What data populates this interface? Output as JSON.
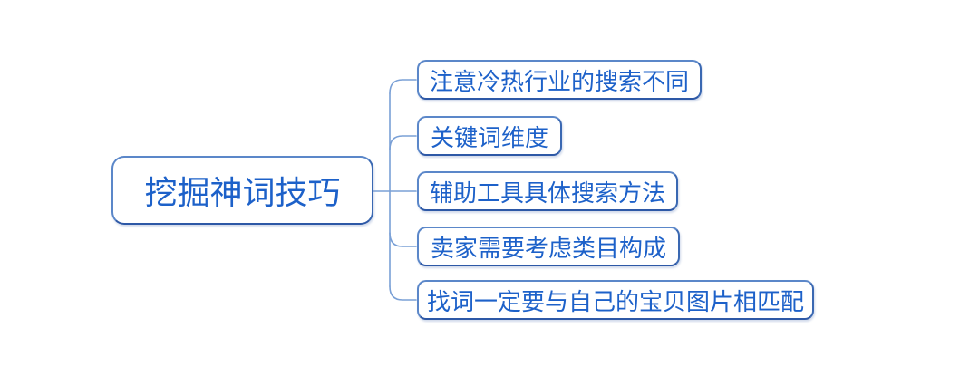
{
  "diagram": {
    "type": "mindmap",
    "background": "#ffffff",
    "colors": {
      "node_text": "#1d61c9",
      "node_border": "#5b87c9",
      "node_border_dark": "#2d58a6",
      "connector": "#7aa0d6",
      "node_fill": "#ffffff"
    }
  },
  "mindmap": {
    "root": {
      "label": "挖掘神词技巧"
    },
    "children": [
      {
        "label": "注意冷热行业的搜索不同"
      },
      {
        "label": "关键词维度"
      },
      {
        "label": "辅助工具具体搜索方法"
      },
      {
        "label": "卖家需要考虑类目构成"
      },
      {
        "label": "找词一定要与自己的宝贝图片相匹配"
      }
    ]
  }
}
